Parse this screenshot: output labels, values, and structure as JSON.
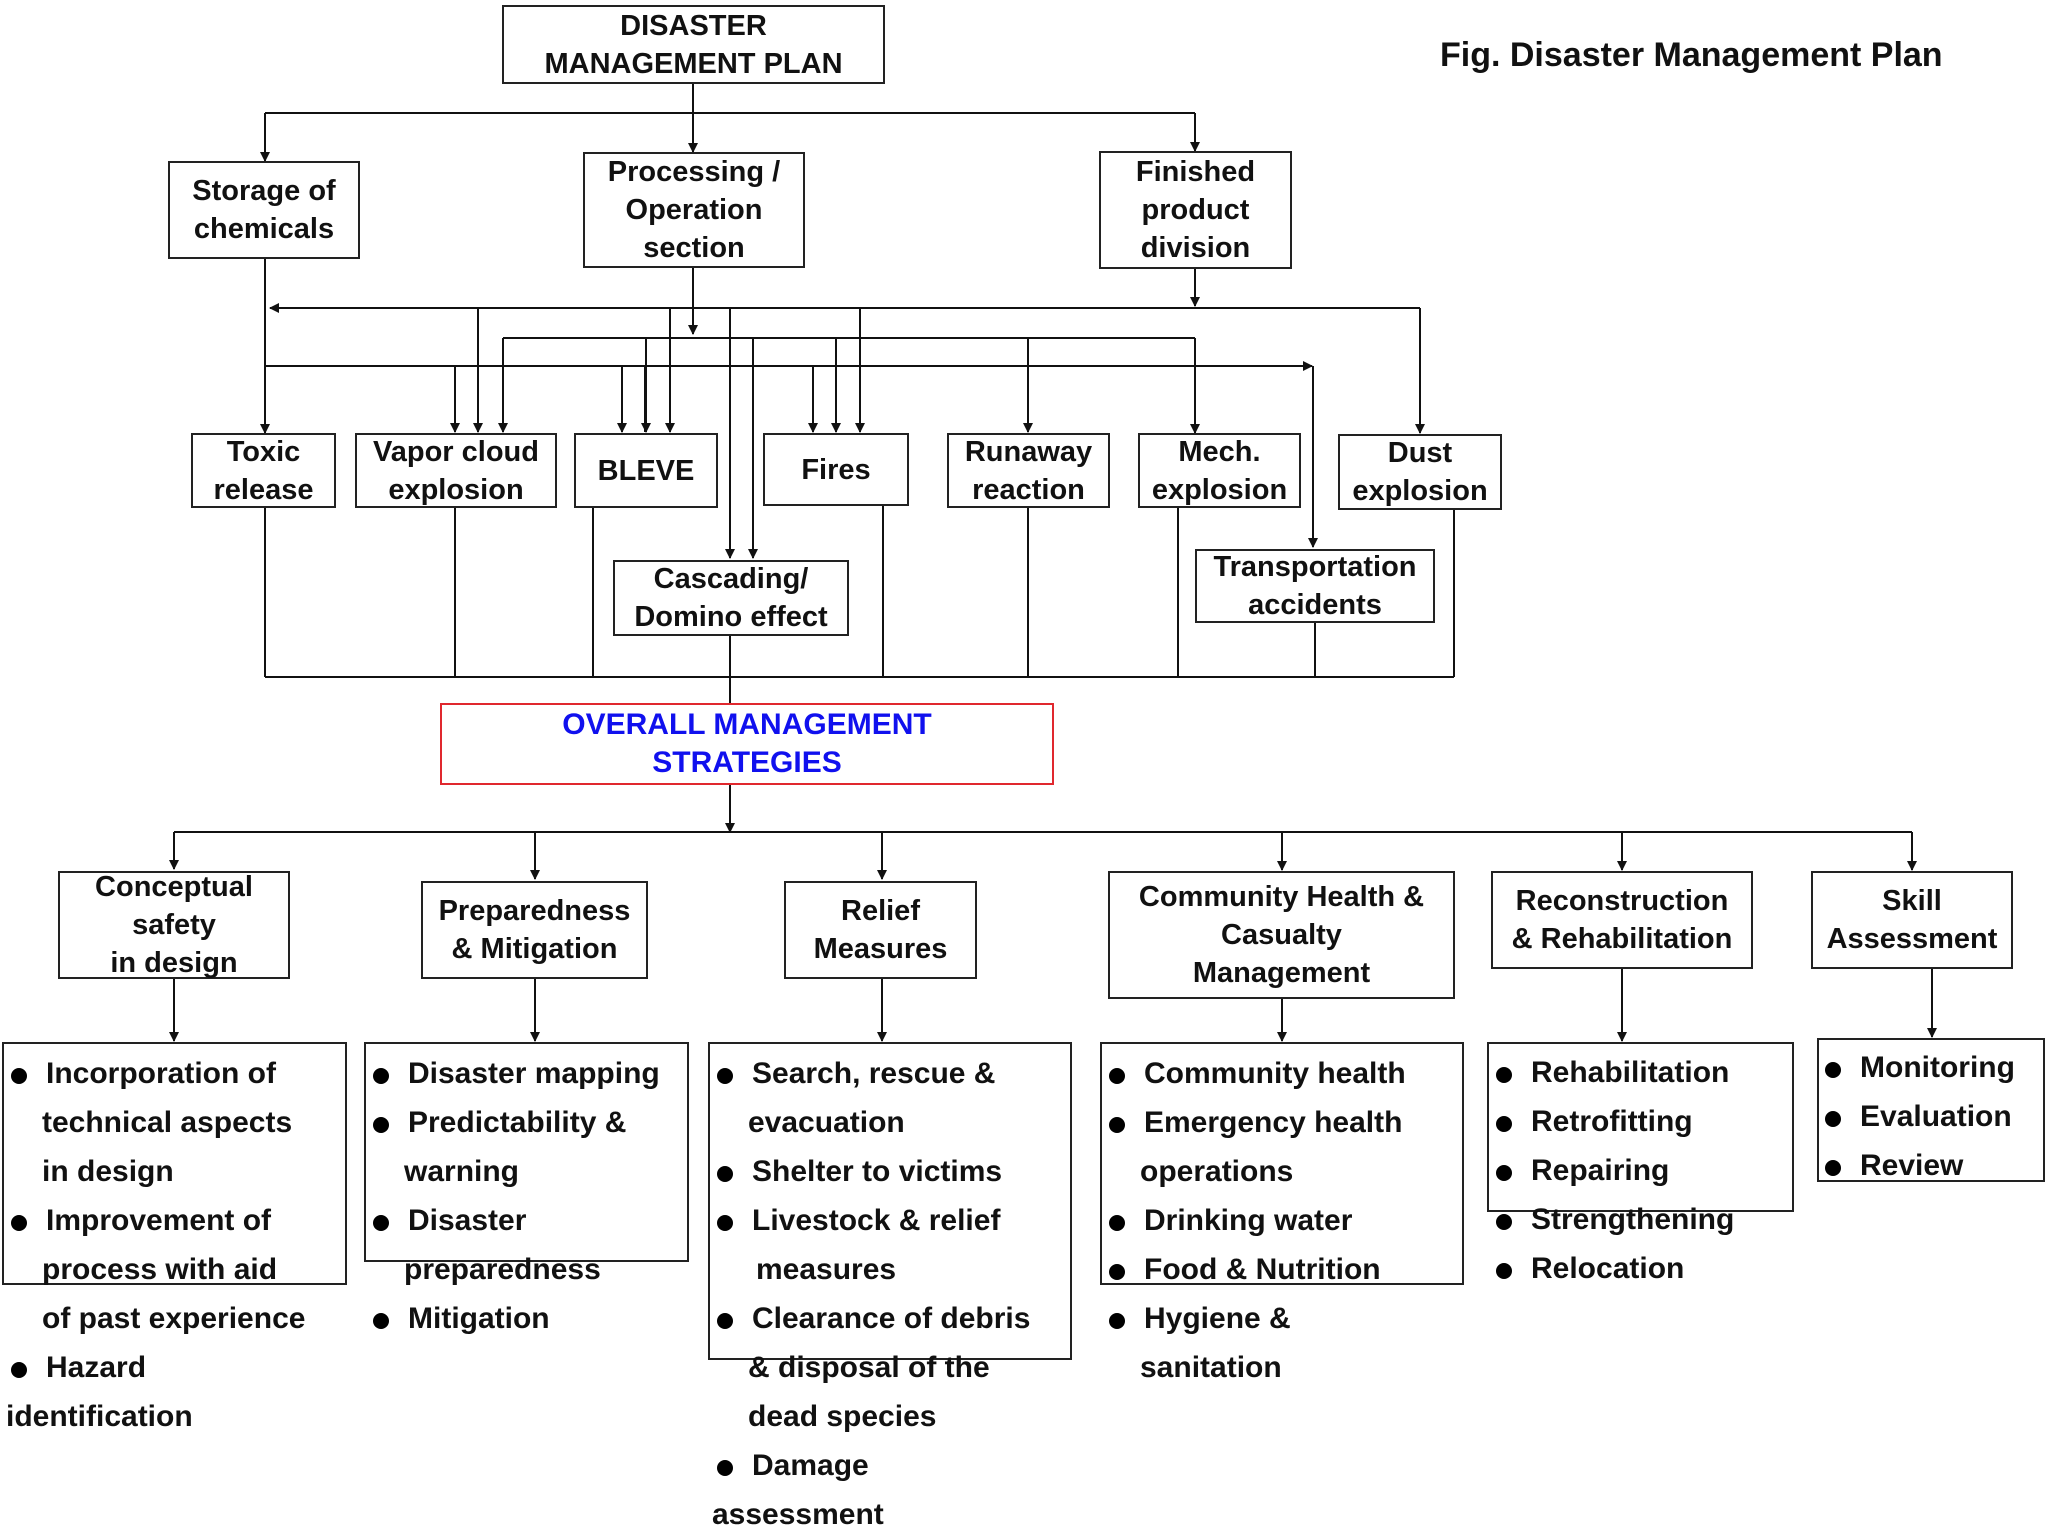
{
  "title": "DISASTER\nMANAGEMENT PLAN",
  "figure_caption": "Fig.  Disaster Management Plan",
  "sources": {
    "storage": "Storage of\nchemicals",
    "processing": "Processing /\nOperation\nsection",
    "finished": "Finished\nproduct\ndivision"
  },
  "hazards": {
    "toxic": "Toxic\nrelease",
    "vapor": "Vapor cloud\nexplosion",
    "bleve": "BLEVE",
    "fires": "Fires",
    "runaway": "Runaway\nreaction",
    "mech": "Mech.\nexplosion",
    "dust": "Dust\nexplosion",
    "cascading": "Cascading/\nDomino effect",
    "transport": "Transportation\naccidents"
  },
  "strategies_label": "OVERALL  MANAGEMENT\nSTRATEGIES",
  "strategies_color": "#1010ee",
  "strategies_border": "#e0282e",
  "categories": {
    "conceptual": {
      "label": "Conceptual\nsafety\nin design",
      "items": [
        "Incorporation of",
        "technical aspects",
        "in design",
        "Improvement of",
        "process with aid",
        "of past experience",
        "Hazard",
        "identification"
      ]
    },
    "preparedness": {
      "label": "Preparedness\n& Mitigation",
      "items": [
        "Disaster mapping",
        "Predictability &",
        "warning",
        "Disaster",
        "preparedness",
        "Mitigation"
      ]
    },
    "relief": {
      "label": "Relief\nMeasures",
      "items": [
        "Search, rescue &",
        "evacuation",
        "Shelter to victims",
        "Livestock & relief",
        "measures",
        "Clearance of debris",
        "& disposal of the",
        "dead  species",
        "Damage",
        "assessment"
      ]
    },
    "community": {
      "label": "Community Health &\nCasualty\nManagement",
      "items": [
        "Community health",
        "Emergency health",
        "operations",
        "Drinking water",
        "Food & Nutrition",
        "Hygiene &",
        "sanitation"
      ]
    },
    "reconstruction": {
      "label": "Reconstruction\n& Rehabilitation",
      "items": [
        "Rehabilitation",
        "Retrofitting",
        "Repairing",
        "Strengthening",
        "Relocation"
      ]
    },
    "skill": {
      "label": "Skill\nAssessment",
      "items": [
        "Monitoring",
        "Evaluation",
        "Review"
      ]
    }
  }
}
